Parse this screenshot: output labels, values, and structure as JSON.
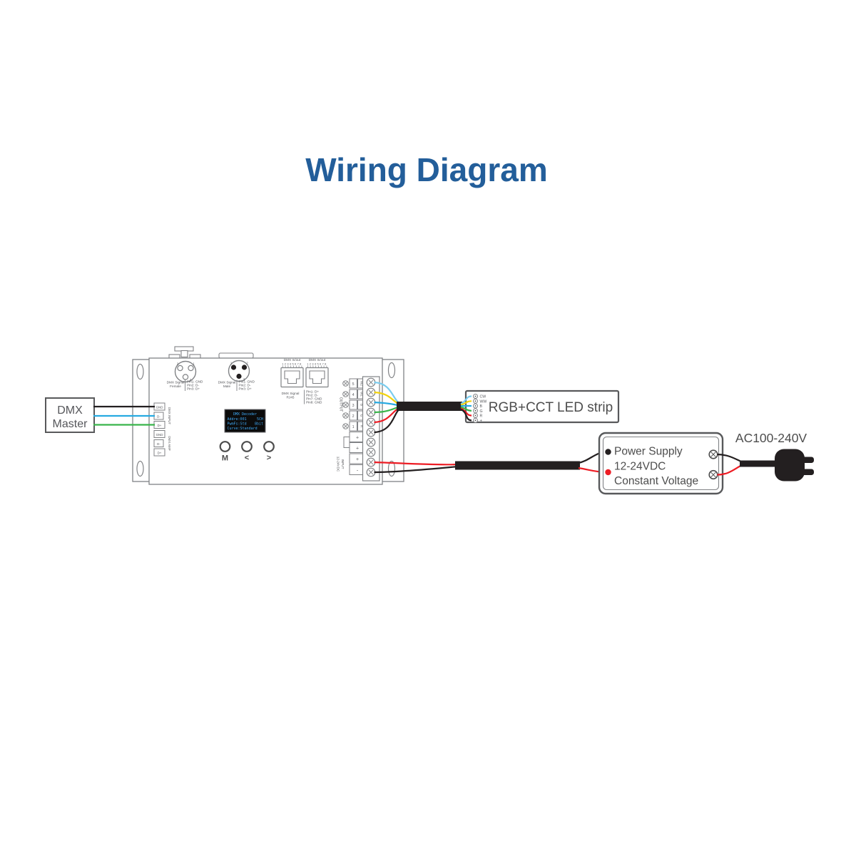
{
  "title": "Wiring Diagram",
  "colors": {
    "title": "#235e9a",
    "text": "#55565a",
    "outline": "#808285",
    "box_stroke": "#58595b",
    "display_text": "#3fa9f5",
    "wire_black": "#231f20",
    "wire_blue": "#27aae1",
    "wire_green": "#39b54a",
    "wire_cyan": "#7accee",
    "wire_yellow": "#f2d30e",
    "wire_red": "#ed1c24"
  },
  "dmx_master": {
    "line1": "DMX",
    "line2": "Master"
  },
  "decoder": {
    "dmx_input_terminals": {
      "label": "DMX INPUT",
      "t1": "GND",
      "t2": "D-",
      "t3": "D+"
    },
    "dmx_amp_terminals": {
      "label": "DMX AMP",
      "t1": "GND",
      "t2": "D-",
      "t3": "D+"
    },
    "xlr_female": {
      "name1": "DMX Signal",
      "name2": "Female",
      "pin1": "Pin1: GND",
      "pin2": "Pin2: D-",
      "pin3": "Pin3: D+",
      "n_left": "2",
      "n_right": "1",
      "n_bottom": "3"
    },
    "xlr_male": {
      "name1": "DMX Signal",
      "name2": "Male",
      "pin1": "Pin1: GND",
      "pin2": "Pin2: D-",
      "pin3": "Pin3: D+",
      "n_left": "1",
      "n_right": "2",
      "n_bottom": "3"
    },
    "rj45": {
      "port_label": "DMX In/out",
      "pin_numbers": "12345678",
      "name1": "DMX Signal",
      "name2": "RJ45",
      "pin1": "Pin1: D+",
      "pin2": "Pin2: D-",
      "pin3": "Pin7: GND",
      "pin4": "Pin8: GND"
    },
    "display": {
      "line1": "DMX Decoder",
      "line2_left": "Addre:001",
      "line2_right": "5CH",
      "line3_left": "PwmFs:Std",
      "line3_right": "8bit",
      "line4": "Curve:Standard"
    },
    "buttons": {
      "b1": "M",
      "b2": "<",
      "b3": ">"
    },
    "output": {
      "label": "OUTPUT",
      "r1n": "5",
      "r1c": "W2",
      "r2n": "4",
      "r2c": "W1",
      "r3n": "3",
      "r3c": "B",
      "r4n": "2",
      "r4c": "G",
      "r5n": "1",
      "r5c": "R",
      "p1": "+",
      "p2": "+"
    },
    "input": {
      "label1": "INPUT",
      "label2": "12-24VDC",
      "plus": "+",
      "minus": "-"
    }
  },
  "led_strip": {
    "title": "RGB+CCT LED strip",
    "t1": "CW",
    "t2": "WW",
    "t3": "B",
    "t4": "G",
    "t5": "R",
    "t6": "+"
  },
  "power_supply": {
    "line1": "Power Supply",
    "line2": "12-24VDC",
    "line3": "Constant Voltage"
  },
  "ac_plug": {
    "label": "AC100-240V"
  }
}
